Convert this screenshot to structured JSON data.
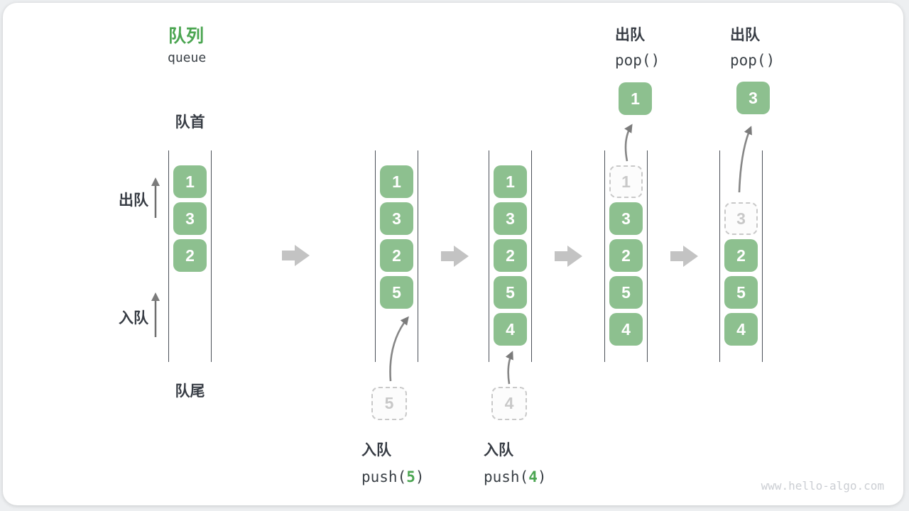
{
  "title": {
    "zh": "队列",
    "en": "queue"
  },
  "side_labels": {
    "front": "队首",
    "rear": "队尾",
    "dequeue": "出队",
    "enqueue": "入队"
  },
  "columns": [
    {
      "name": "state-initial",
      "boxes": [
        {
          "v": "1"
        },
        {
          "v": "3"
        },
        {
          "v": "2"
        }
      ]
    },
    {
      "name": "state-after-push5",
      "boxes": [
        {
          "v": "1"
        },
        {
          "v": "3"
        },
        {
          "v": "2"
        },
        {
          "v": "5"
        }
      ],
      "staged": "5"
    },
    {
      "name": "state-after-push4",
      "boxes": [
        {
          "v": "1"
        },
        {
          "v": "3"
        },
        {
          "v": "2"
        },
        {
          "v": "5"
        },
        {
          "v": "4"
        }
      ],
      "staged": "4"
    },
    {
      "name": "state-after-pop1",
      "ghost": "1",
      "boxes": [
        {
          "v": "3"
        },
        {
          "v": "2"
        },
        {
          "v": "5"
        },
        {
          "v": "4"
        }
      ],
      "popped": "1"
    },
    {
      "name": "state-after-pop2",
      "ghost": "3",
      "boxes": [
        {
          "v": "2"
        },
        {
          "v": "5"
        },
        {
          "v": "4"
        }
      ],
      "popped": "3"
    }
  ],
  "operations": {
    "push5": {
      "label": "入队",
      "code_pre": "push(",
      "num": "5",
      "code_post": ")"
    },
    "push4": {
      "label": "入队",
      "code_pre": "push(",
      "num": "4",
      "code_post": ")"
    },
    "pop1": {
      "label": "出队",
      "code": "pop()"
    },
    "pop2": {
      "label": "出队",
      "code": "pop()"
    }
  },
  "watermark": "www.hello-algo.com",
  "colors": {
    "box_green": "#8dc08f",
    "accent_green": "#4ba551",
    "dashed_gray": "#c9c9c9",
    "block_arrow_gray": "#c3c3c3",
    "thin_arrow_gray": "#7b7b7b",
    "column_line": "#4a4f57",
    "text_dark": "#373c44",
    "watermark_gray": "#cbced3"
  }
}
